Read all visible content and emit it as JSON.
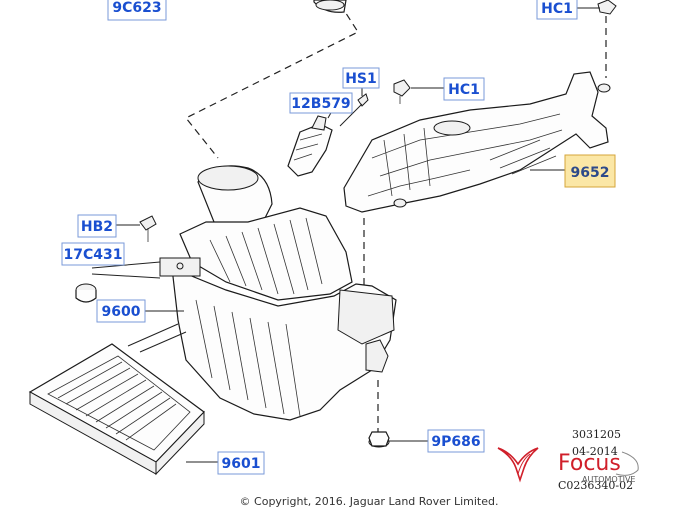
{
  "part_labels": {
    "p9c623": "9C623",
    "hc1_top": "HC1",
    "hs1": "HS1",
    "p12b579": "12B579",
    "hc1_mid": "HC1",
    "p9652": "9652",
    "hb2": "HB2",
    "p17c431": "17C431",
    "p9600": "9600",
    "p9p686": "9P686",
    "p9601": "9601"
  },
  "copyright": "© Copyright, 2016. Jaguar Land Rover Limited.",
  "reference": {
    "line1": "3031205",
    "line2": "04-2014",
    "line3": "C0236340-02"
  },
  "watermark": {
    "brand": "Focus",
    "tagline": "AUTOMOTIVE"
  },
  "colors": {
    "label_blue": "#1a4fd0",
    "highlight_fill": "#fbe7a6",
    "brand_red": "#d01f2a"
  }
}
